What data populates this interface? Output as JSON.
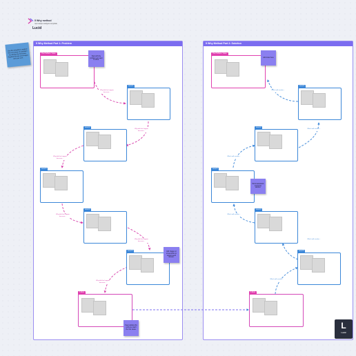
{
  "header": {
    "title": "5 Why method",
    "subtitle": "root cause analysis template",
    "brand": "Lucid"
  },
  "notes": {
    "top_left": "Use this template to explore the root cause of a problem by asking why five times. Replace the text and images with your own.",
    "part1_top": "Start with the problem you want to solve.",
    "part2_top": "Add notes here",
    "part1_mid": "Add images or screenshots to support each answer.",
    "part2_mid": "Work backwards to find the solution.",
    "part1_bottom": "Keep asking why until you reach the root cause."
  },
  "part1": {
    "title": "5 Why Method Part 1: Problem",
    "problem_label": "The Problem / Issue",
    "levels": [
      "Level 1",
      "Level 2",
      "Level 3",
      "Level 4",
      "Level 5"
    ],
    "root_label": "5 Root",
    "connector_text": "Why did this happen because..."
  },
  "part2": {
    "title": "5 Why Method Part 2: Solution",
    "problem_label": "The Problem / Issue",
    "levels": [
      "Level 1",
      "Level 2",
      "Level 3",
      "Level 4",
      "Level 5"
    ],
    "root_label": "5 Root",
    "connector_text": "Which will resolve..."
  },
  "corner": {
    "mark": "L",
    "text": "Lucid"
  },
  "colors": {
    "accent_purple": "#7b6cf0",
    "pink": "#e03fae",
    "blue": "#3a86d8"
  }
}
